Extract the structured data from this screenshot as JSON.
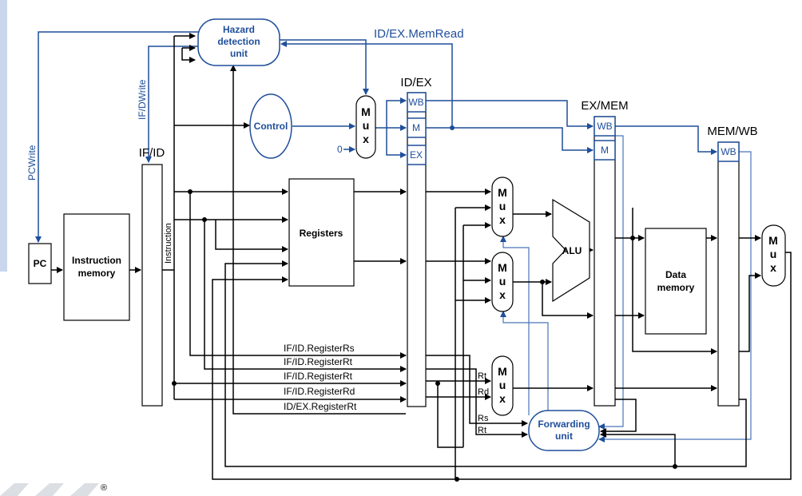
{
  "labels": {
    "hazard_unit": [
      "Hazard",
      "detection",
      "unit"
    ],
    "control": "Control",
    "pcwrite": "PCWrite",
    "ifdwrite": "IF/DWrite",
    "idex_memread": "ID/EX.MemRead",
    "pc": "PC",
    "instruction_memory": [
      "Instruction",
      "memory"
    ],
    "instruction": "Instruction",
    "registers": "Registers",
    "alu": "ALU",
    "data_memory": [
      "Data",
      "memory"
    ],
    "forwarding_unit": [
      "Forwarding",
      "unit"
    ],
    "zero": "0",
    "mux": [
      "M",
      "u",
      "x"
    ],
    "pipeline_regs": {
      "ifid": "IF/ID",
      "idex": "ID/EX",
      "exmem": "EX/MEM",
      "memwb": "MEM/WB"
    },
    "fields": {
      "wb": "WB",
      "m": "M",
      "ex": "EX"
    },
    "signals": {
      "rs": "IF/ID.RegisterRs",
      "rt1": "IF/ID.RegisterRt",
      "rt2": "IF/ID.RegisterRt",
      "rd": "IF/ID.RegisterRd",
      "idex_rt": "ID/EX.RegisterRt"
    },
    "small": {
      "rt": "Rt",
      "rd": "Rd",
      "rs": "Rs",
      "rt_fwd": "Rt"
    },
    "trademark": "®"
  },
  "colors": {
    "control_blue": "#1f4e9a",
    "datapath_black": "#000000"
  }
}
